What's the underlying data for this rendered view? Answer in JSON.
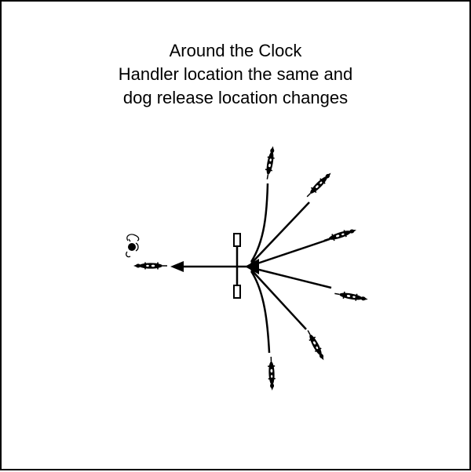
{
  "title": {
    "line1": "Around the Clock",
    "line2": "Handler location the same and",
    "line3": "dog release location changes"
  },
  "colors": {
    "ink": "#000000",
    "paper": "#ffffff"
  },
  "figures": {
    "handler": "handler-icon",
    "dogs": "dog-icon",
    "jump": "jump-icon",
    "arrows": "arrow-icon"
  }
}
